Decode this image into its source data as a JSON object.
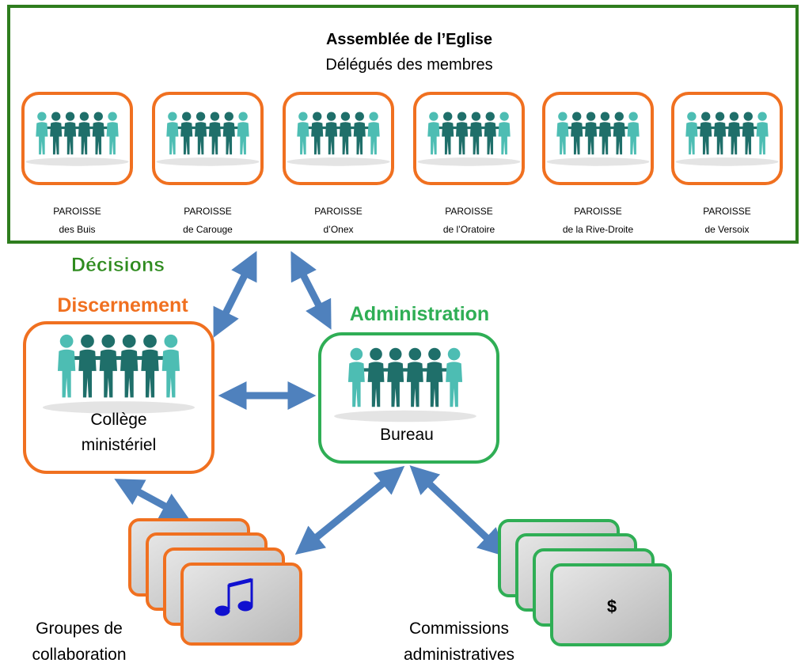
{
  "assembly": {
    "title": "Assemblée de l’Eglise",
    "subtitle": "Délégués des membres",
    "parishes": [
      {
        "line1": "PAROISSE",
        "line2": "des Buis"
      },
      {
        "line1": "PAROISSE",
        "line2": "de Carouge"
      },
      {
        "line1": "PAROISSE",
        "line2": "d’Onex"
      },
      {
        "line1": "PAROISSE",
        "line2": "de l’Oratoire"
      },
      {
        "line1": "PAROISSE",
        "line2": "de la Rive-Droite"
      },
      {
        "line1": "PAROISSE",
        "line2": "de Versoix"
      }
    ]
  },
  "labels": {
    "decisions": "Décisions",
    "discernement": "Discernement",
    "administration": "Administration"
  },
  "college": {
    "line1": "Collège",
    "line2": "ministériel"
  },
  "bureau": {
    "label": "Bureau"
  },
  "groups": {
    "line1": "Groupes de",
    "line2": "collaboration",
    "icon": "music-note-icon"
  },
  "commissions": {
    "line1": "Commissions",
    "line2": "administratives",
    "symbol": "$"
  },
  "colors": {
    "assembly_border": "#2e7d1e",
    "orange": "#f07020",
    "green": "#2fae55",
    "decisions_text": "#2e8b1e",
    "arrow": "#4f81bd",
    "people_dark": "#1f6f6a",
    "people_light": "#4dbdb3",
    "card_fill": "#c8c8c8",
    "note": "#1010d0"
  }
}
